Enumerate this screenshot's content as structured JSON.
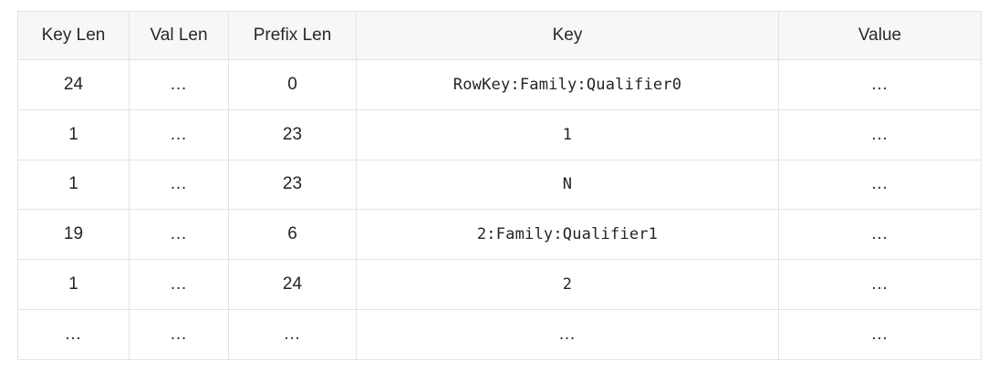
{
  "table": {
    "name": "hbase-keyvalue-prefix-encoding-table",
    "columns": [
      {
        "id": "key_len",
        "label": "Key Len",
        "align": "center",
        "type": "number"
      },
      {
        "id": "val_len",
        "label": "Val Len",
        "align": "center",
        "type": "number"
      },
      {
        "id": "prefix_len",
        "label": "Prefix Len",
        "align": "center",
        "type": "number"
      },
      {
        "id": "key",
        "label": "Key",
        "align": "center",
        "type": "mono-text"
      },
      {
        "id": "value",
        "label": "Value",
        "align": "center",
        "type": "text"
      }
    ],
    "rows": [
      {
        "key_len": "24",
        "val_len": "…",
        "prefix_len": "0",
        "key": "RowKey:Family:Qualifier0",
        "value": "…"
      },
      {
        "key_len": "1",
        "val_len": "…",
        "prefix_len": "23",
        "key": "1",
        "value": "…"
      },
      {
        "key_len": "1",
        "val_len": "…",
        "prefix_len": "23",
        "key": "N",
        "value": "…"
      },
      {
        "key_len": "19",
        "val_len": "…",
        "prefix_len": "6",
        "key": "2:Family:Qualifier1",
        "value": "…"
      },
      {
        "key_len": "1",
        "val_len": "…",
        "prefix_len": "24",
        "key": "2",
        "value": "…"
      },
      {
        "key_len": "…",
        "val_len": "…",
        "prefix_len": "…",
        "key": "…",
        "value": "…"
      }
    ]
  },
  "colors": {
    "header_background": "#f7f7f8",
    "row_background": "#ffffff",
    "border": "#e3e3e3",
    "text": "#222426",
    "header_text": "#24292e"
  }
}
